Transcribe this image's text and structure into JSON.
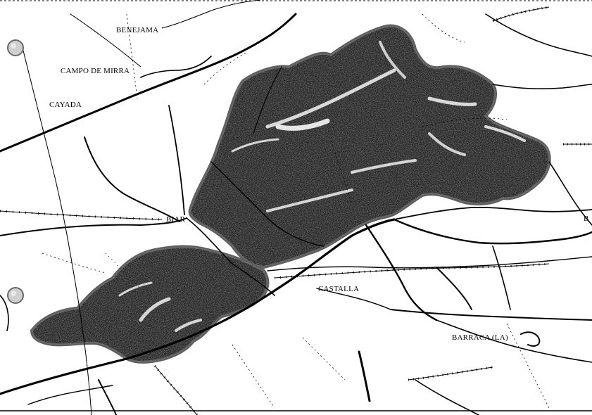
{
  "map": {
    "place_labels": [
      {
        "id": "benejama",
        "text": "BENEJAMA"
      },
      {
        "id": "campo-de-mirra",
        "text": "CAMPO DE MIRRA"
      },
      {
        "id": "cayada",
        "text": "CAYADA"
      },
      {
        "id": "biar",
        "text": "BIAR"
      },
      {
        "id": "castalla",
        "text": "CASTALLA"
      },
      {
        "id": "barraca",
        "text": "BARRACA (LA)"
      },
      {
        "id": "edge-b",
        "text": "B"
      }
    ],
    "colors": {
      "forest_fill": "#2a2a2a",
      "forest_edge": "#6a6a6a",
      "road": "#000000",
      "railway": "#000000",
      "marker": "#c8c8c8"
    },
    "icons": [
      "location-marker-icon",
      "location-marker-icon"
    ]
  }
}
